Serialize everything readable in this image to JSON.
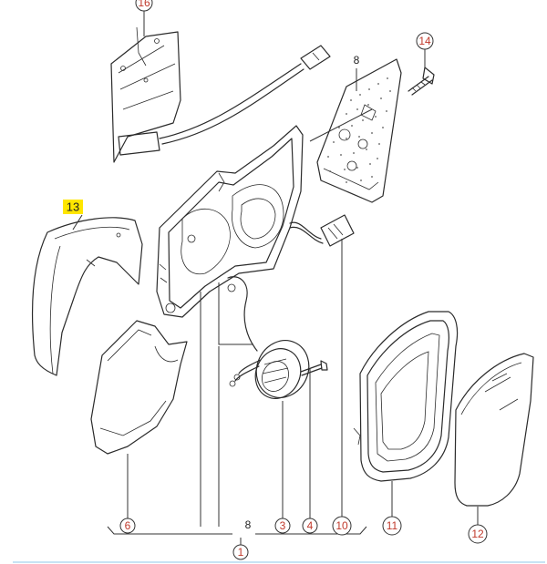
{
  "callouts": {
    "c16": "16",
    "c14": "14",
    "c8_top": "8",
    "c13": "13",
    "c6": "6",
    "c8": "8",
    "c3": "3",
    "c4": "4",
    "c10": "10",
    "c11": "11",
    "c12": "12",
    "c1": "1"
  },
  "colors": {
    "highlight": "#ffe600",
    "callout_text": "#c0392b",
    "rule": "#8fc7e8"
  }
}
